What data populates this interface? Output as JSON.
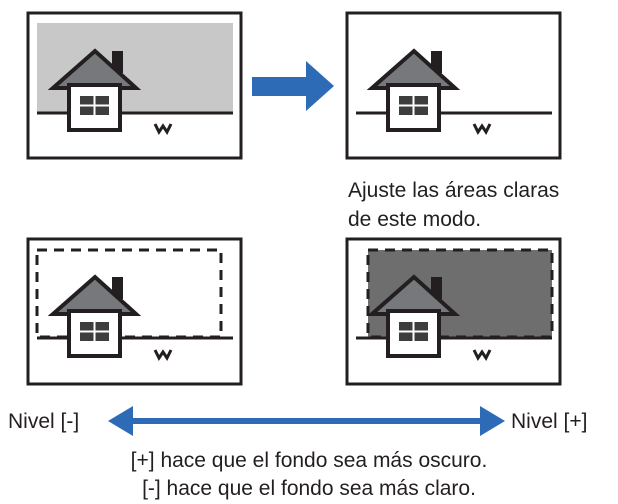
{
  "caption": {
    "line1": "Ajuste las áreas claras",
    "line2": "de este modo."
  },
  "scale": {
    "minus_label": "Nivel [-]",
    "plus_label": "Nivel [+]"
  },
  "description": {
    "line1": "[+] hace que el fondo sea más oscuro.",
    "line2": "[-] hace que el fondo sea más claro."
  },
  "colors": {
    "light_background": "#c8c8c8",
    "dark_background": "#6e6e6e",
    "roof": "#77787b",
    "window": "#3d3d3d",
    "arrow": "#2e6bb7",
    "ink": "#231f20"
  },
  "icons": {
    "original": "house-icon",
    "adjusted": "house-icon",
    "direction_arrow": "right-arrow-icon",
    "scale_arrow": "double-headed-arrow-icon"
  }
}
